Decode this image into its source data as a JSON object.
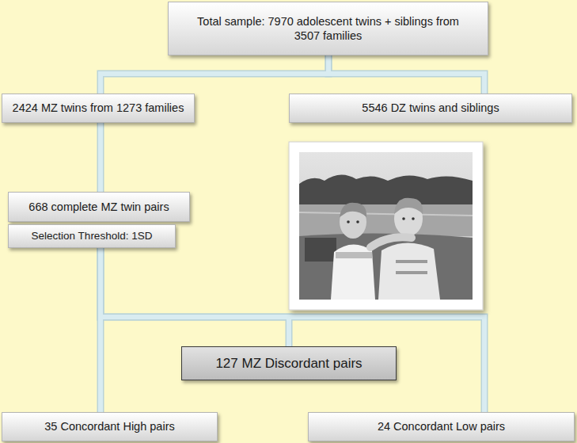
{
  "diagram": {
    "nodes": [
      {
        "text": [
          "Total sample: 7970 adolescent twins + siblings from 3507 families"
        ]
      },
      {
        "text": [
          "2424 MZ twins from 1273 families"
        ]
      },
      {
        "text": [
          "5546 DZ twins and siblings"
        ]
      },
      {
        "text": [
          "668 complete MZ twin pairs"
        ]
      },
      {
        "text": [
          "Selection Threshold: 1SD"
        ]
      },
      {
        "text": [
          "127 MZ Discordant pairs"
        ]
      },
      {
        "text": [
          "35 Concordant High pairs"
        ]
      },
      {
        "text": [
          "24 Concordant Low pairs"
        ]
      }
    ],
    "edges": [
      {
        "from": 0,
        "to": 1,
        "arrow": "none"
      },
      {
        "from": 0,
        "to": 2,
        "arrow": "none"
      },
      {
        "from": 1,
        "to": 3,
        "arrow": "none"
      },
      {
        "from": 4,
        "to": 5,
        "arrow": "none"
      },
      {
        "from": 4,
        "to": 6,
        "arrow": "none"
      },
      {
        "from": 4,
        "to": 7,
        "arrow": "none"
      }
    ]
  }
}
